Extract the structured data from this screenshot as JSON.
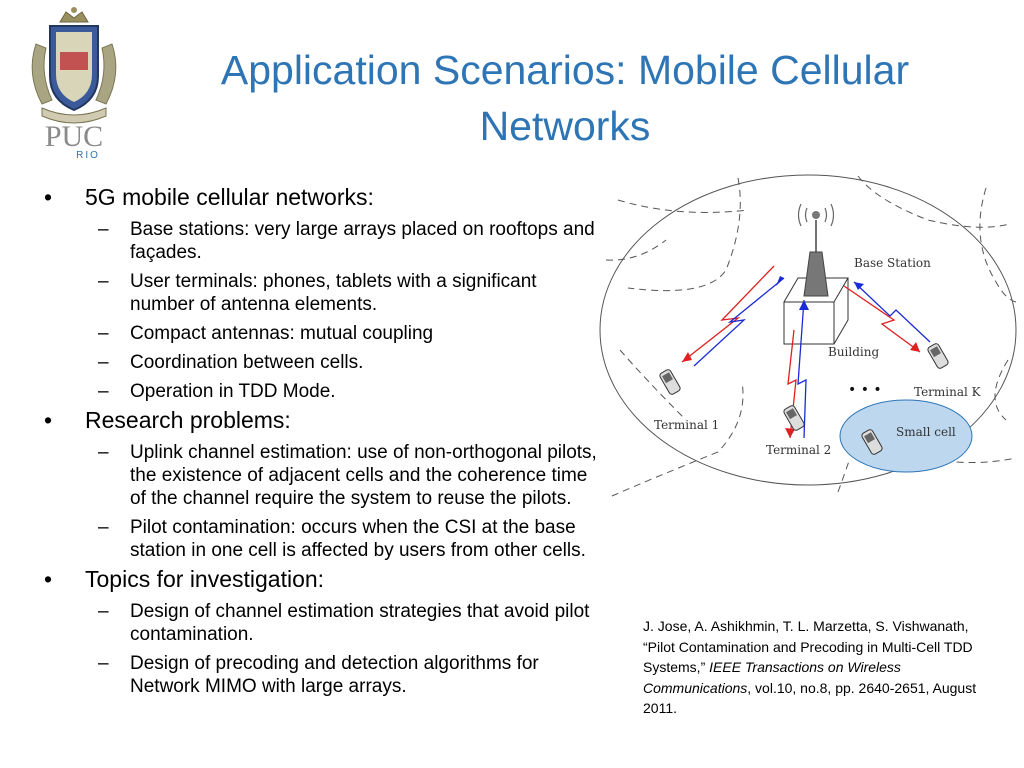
{
  "logo": {
    "text": "PUC",
    "subtext": "RIO"
  },
  "title": "Application Scenarios: Mobile Cellular Networks",
  "sections": [
    {
      "heading": "5G  mobile cellular networks:",
      "items": [
        "Base stations: very large arrays placed on rooftops and façades.",
        "User terminals: phones, tablets with a significant number of antenna elements.",
        "Compact antennas: mutual coupling",
        "Coordination between cells.",
        "Operation in TDD Mode."
      ]
    },
    {
      "heading": "Research problems:",
      "items": [
        "Uplink channel estimation: use of non-orthogonal pilots, the existence of adjacent cells and the coherence time of the channel require the system to reuse the pilots.",
        "Pilot contamination: occurs when the CSI at the base station in one cell is affected by users from other cells."
      ]
    },
    {
      "heading": "Topics for investigation:",
      "items": [
        "Design of channel estimation strategies that avoid pilot contamination.",
        "Design of precoding and detection algorithms for Network MIMO with large arrays."
      ]
    }
  ],
  "diagram": {
    "labels": {
      "base_station": "Base Station",
      "building": "Building",
      "terminal_1": "Terminal 1",
      "terminal_2": "Terminal 2",
      "terminal_k": "Terminal K",
      "small_cell": "Small cell",
      "ellipsis": "• • •"
    },
    "colors": {
      "uplink": "#1a2bd6",
      "downlink": "#e02020",
      "small_cell_fill": "#bcd7ee"
    }
  },
  "reference": {
    "part1": "J. Jose, A. Ashikhmin, T. L. Marzetta, S. Vishwanath, “Pilot Contamination and Precoding in Multi-Cell TDD Systems,” ",
    "journal": "IEEE Transactions on Wireless Communications",
    "part2": ", vol.10, no.8, pp. 2640-2651, August 2011."
  }
}
